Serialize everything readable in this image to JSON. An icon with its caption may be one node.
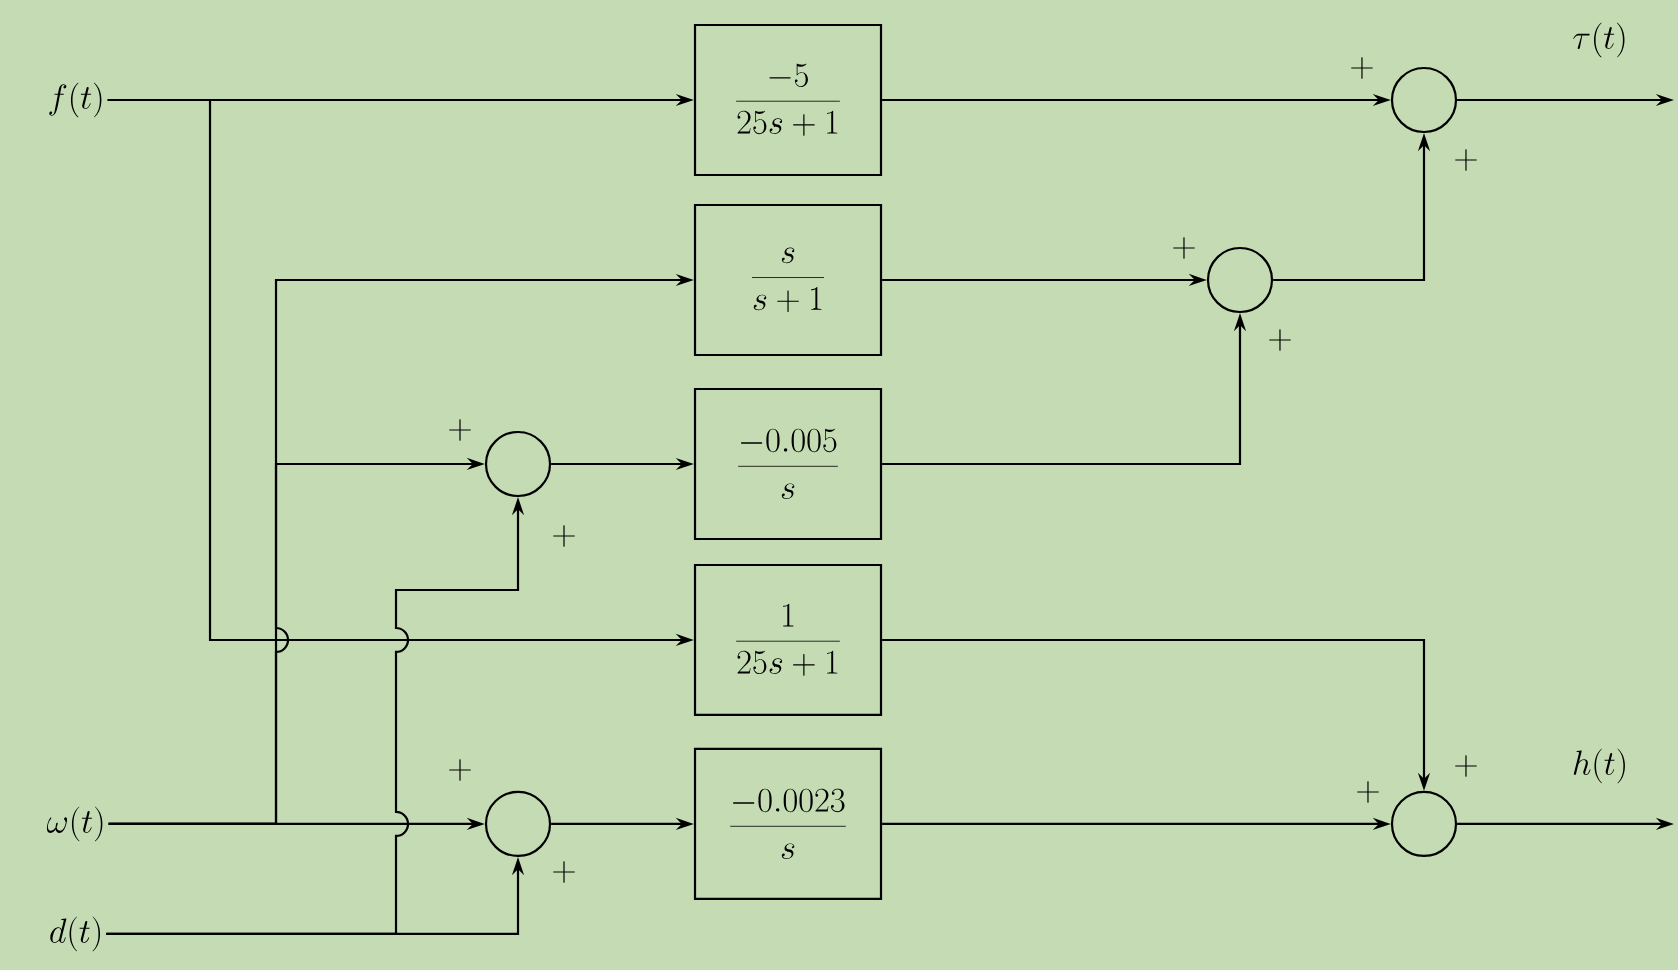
{
  "diagram": {
    "nodes": [
      {
        "text": [
          "f(t)"
        ]
      },
      {
        "text": [
          "\\frac{-5}{25s+1}"
        ]
      },
      {
        "text": [],
        "shape": "circle",
        "beside": [
          "+",
          "+"
        ]
      },
      {
        "text": [
          "\\frac{s}{s+1}"
        ]
      },
      {
        "text": [],
        "shape": "circle",
        "beside": [
          "+",
          "+"
        ]
      },
      {
        "text": [],
        "shape": "circle",
        "beside": [
          "+",
          "+"
        ]
      },
      {
        "text": [
          "\\frac{-0.005}{s}"
        ]
      },
      {
        "text": [
          "\\frac{1}{25s+1}"
        ]
      },
      {
        "text": [
          "\\omega(t)"
        ]
      },
      {
        "text": [],
        "shape": "circle",
        "beside": [
          "+",
          "+"
        ]
      },
      {
        "text": [
          "\\frac{-0.0023}{s}"
        ]
      },
      {
        "text": [],
        "shape": "circle",
        "beside": [
          "+",
          "+"
        ]
      },
      {
        "text": [
          "d(t)"
        ]
      }
    ],
    "edges": [
      {
        "from": 0,
        "to": 1,
        "arrow": "to"
      },
      {
        "from": 0,
        "to": 7,
        "arrow": "to"
      },
      {
        "from": 8,
        "to": 3,
        "arrow": "to"
      },
      {
        "from": 8,
        "to": 5,
        "arrow": "to"
      },
      {
        "from": 8,
        "to": 9,
        "arrow": "to"
      },
      {
        "from": 12,
        "to": 5,
        "arrow": "to"
      },
      {
        "from": 12,
        "to": 9,
        "arrow": "to"
      },
      {
        "from": 1,
        "to": 2,
        "arrow": "to"
      },
      {
        "from": 3,
        "to": 4,
        "arrow": "to"
      },
      {
        "from": 6,
        "to": 4,
        "arrow": "to"
      },
      {
        "from": 4,
        "to": 2,
        "arrow": "to"
      },
      {
        "from": 5,
        "to": 6,
        "arrow": "to"
      },
      {
        "from": 7,
        "to": 11,
        "arrow": "to"
      },
      {
        "from": 9,
        "to": 10,
        "arrow": "to"
      },
      {
        "from": 10,
        "to": 11,
        "arrow": "to"
      },
      {
        "from": 2,
        "to": null,
        "arrow": "to",
        "label": "\\tau(t)"
      },
      {
        "from": 11,
        "to": null,
        "arrow": "to",
        "label": "h(t)"
      }
    ]
  }
}
